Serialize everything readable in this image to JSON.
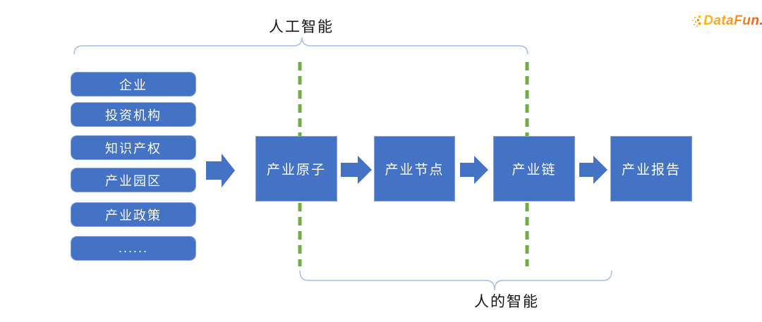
{
  "labels": {
    "top_brace": "人工智能",
    "bottom_brace": "人的智能"
  },
  "logo": {
    "text": "DataFun."
  },
  "diagram": {
    "source_items": [
      "企业",
      "投资机构",
      "知识产权",
      "产业园区",
      "产业政策",
      "......"
    ],
    "flow_steps": [
      "产业原子",
      "产业节点",
      "产业链",
      "产业报告"
    ]
  },
  "colors": {
    "box_fill": "#4472C4",
    "box_border": "#85A3DA",
    "box_text": "#FFFFFF",
    "arrow": "#4472C4",
    "dashed_line": "#70AD47",
    "brace": "#A9BCDE",
    "label_text": "#141414",
    "logo_yellow": "#FDB913",
    "logo_orange": "#F7941D",
    "logo_red": "#E94E1B"
  }
}
